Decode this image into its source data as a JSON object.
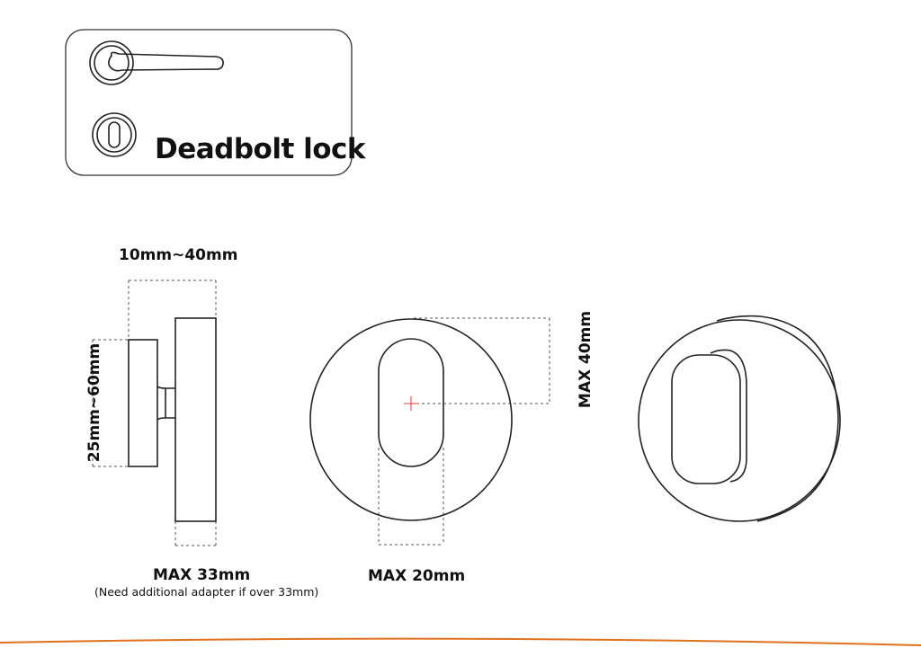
{
  "title": "Deadbolt lock",
  "dimensions": {
    "thickness": "10mm~40mm",
    "height": "25mm~60mm",
    "max_depth": "MAX 33mm",
    "adapter_note": "(Need additional adapter if over 33mm)",
    "max_width": "MAX 20mm",
    "max_height": "MAX 40mm"
  },
  "colors": {
    "line": "#222222",
    "dashed": "#555555",
    "center_mark": "#e23b3b",
    "page_edge": "#e2711d"
  },
  "icons": [
    "door-handle-icon",
    "deadbolt-icon"
  ]
}
